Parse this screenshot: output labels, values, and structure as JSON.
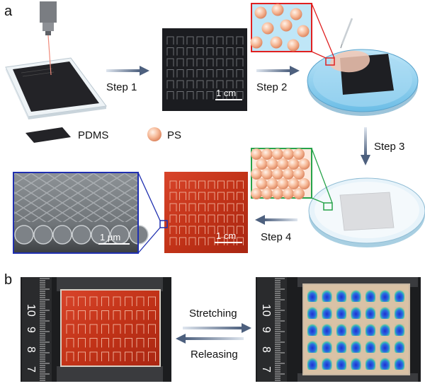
{
  "panels": {
    "a": "a",
    "b": "b"
  },
  "steps": {
    "step1": "Step 1",
    "step2": "Step 2",
    "step3": "Step 3",
    "step4": "Step 4"
  },
  "legend": {
    "pdms": "PDMS",
    "ps": "PS"
  },
  "scale_bars": {
    "pattern_bw": "1 cm",
    "pattern_red": "1 cm",
    "sem": "1 μm"
  },
  "ruler_numbers": [
    "10",
    "9",
    "8",
    "7"
  ],
  "arrows": {
    "stretching": "Stretching",
    "releasing": "Releasing"
  },
  "colors": {
    "arrow": "#5b6f8c",
    "highlight_red": "#e02020",
    "highlight_green": "#27a34a",
    "highlight_blue": "#1f2fb0",
    "pdms": "#2a2a2e",
    "ps_sphere": "#f4b08c",
    "sample_red": "#c9381f"
  }
}
